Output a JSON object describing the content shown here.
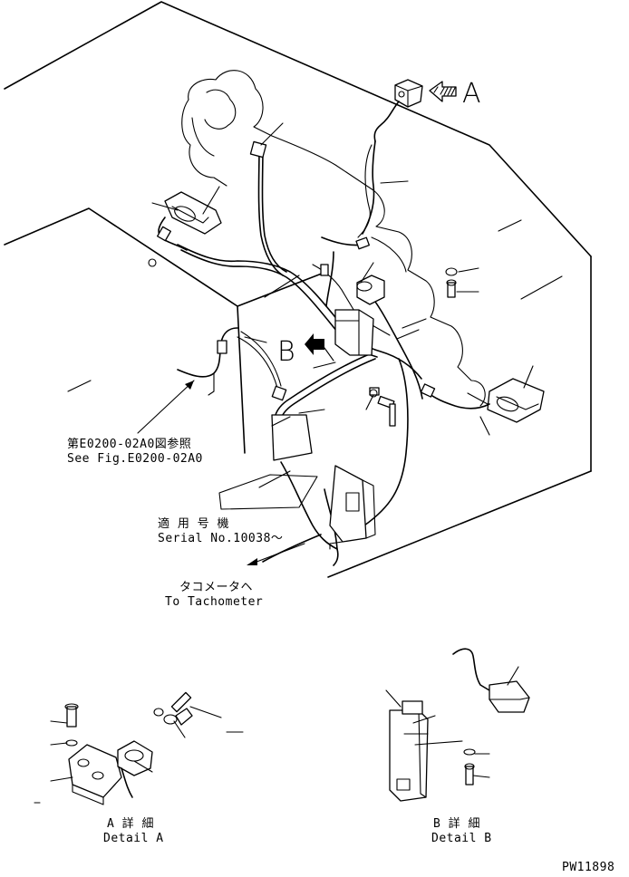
{
  "callouts": {
    "view_a": "A",
    "view_b": "B"
  },
  "notes": {
    "see_fig_jp": "第E0200-02A0図参照",
    "see_fig_en": "See Fig.E0200-02A0",
    "serial_jp": "適 用 号 機",
    "serial_en": "Serial No.10038～",
    "tacho_jp": "タコメータヘ",
    "tacho_en": "To Tachometer"
  },
  "details": {
    "a_jp": "A 詳 細",
    "a_en": "Detail A",
    "b_jp": "B 詳 細",
    "b_en": "Detail B"
  },
  "drawing_id": "PW11898"
}
